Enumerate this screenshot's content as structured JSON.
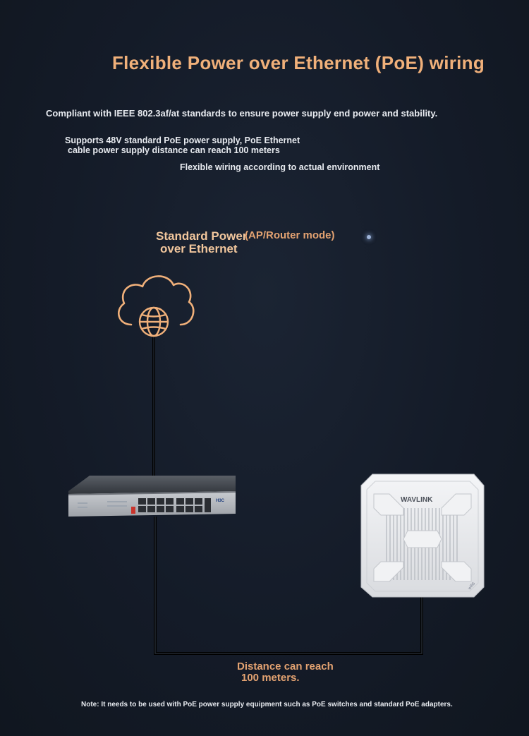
{
  "title": "Flexible Power over Ethernet (PoE) wiring",
  "features": {
    "compliance": "Compliant with IEEE 802.3af/at standards to ensure power supply end power and stability.",
    "supports_line1": "Supports 48V standard PoE power supply, PoE Ethernet",
    "supports_line2": "cable power supply distance can reach 100 meters",
    "flexible": "Flexible wiring according to actual environment"
  },
  "diagram": {
    "standard_poe_line1": "Standard Power",
    "standard_poe_line2": "over Ethernet",
    "mode": "(AP/Router mode)",
    "distance_line1": "Distance can reach",
    "distance_line2": "100 meters.",
    "switch_brand": "H3C",
    "device_brand": "WAVLINK",
    "device_corner_text": "wifi6",
    "icons": [
      "cloud-icon",
      "globe-icon",
      "poe-switch",
      "wavlink-access-point"
    ]
  },
  "note": "Note: It needs to be used with PoE power supply equipment such as PoE switches and standard PoE adapters.",
  "colors": {
    "accent_orange": "#f0b07a",
    "background": "#141b28",
    "text_light": "#e8ebf0"
  }
}
